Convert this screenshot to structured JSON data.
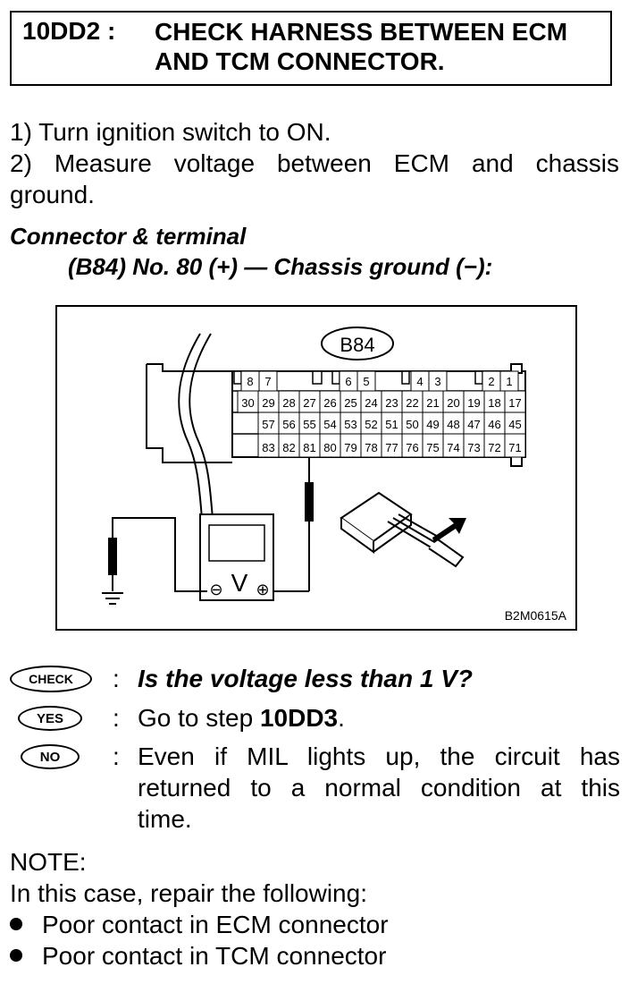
{
  "header": {
    "code": "10DD2 :",
    "title_line1": "CHECK HARNESS BETWEEN ECM",
    "title_line2": "AND TCM CONNECTOR."
  },
  "steps": [
    "1)  Turn ignition switch to ON.",
    "2)  Measure voltage between ECM and chassis",
    "ground."
  ],
  "connector": {
    "heading": "Connector & terminal",
    "spec": "(B84) No. 80 (+) — Chassis ground (−):"
  },
  "figure": {
    "connector_label": "B84",
    "figure_code": "B2M0615A",
    "meter_symbol": "V",
    "minus_symbol": "⊖",
    "plus_symbol": "⊕",
    "row0": [
      "8",
      "7",
      "6",
      "5",
      "4",
      "3",
      "2",
      "1"
    ],
    "row1": [
      "30",
      "29",
      "28",
      "27",
      "26",
      "25",
      "24",
      "23",
      "22",
      "21",
      "20",
      "19",
      "18",
      "17"
    ],
    "row2": [
      "57",
      "56",
      "55",
      "54",
      "53",
      "52",
      "51",
      "50",
      "49",
      "48",
      "47",
      "46",
      "45"
    ],
    "row3": [
      "83",
      "82",
      "81",
      "80",
      "79",
      "78",
      "77",
      "76",
      "75",
      "74",
      "73",
      "72",
      "71"
    ]
  },
  "qa": {
    "check_badge": "CHECK",
    "yes_badge": "YES",
    "no_badge": "NO",
    "colon": ":",
    "check_text": "Is the voltage less than 1 V?",
    "yes_text_prefix": "Go to step ",
    "yes_text_step": "10DD3",
    "yes_text_suffix": ".",
    "no_line1": "Even if MIL lights up, the circuit has",
    "no_line2": "returned to a normal condition at this",
    "no_line3": "time."
  },
  "note": {
    "title": "NOTE:",
    "intro": "In this case, repair the following:",
    "items": [
      "Poor contact in ECM connector",
      "Poor contact in TCM connector"
    ]
  }
}
